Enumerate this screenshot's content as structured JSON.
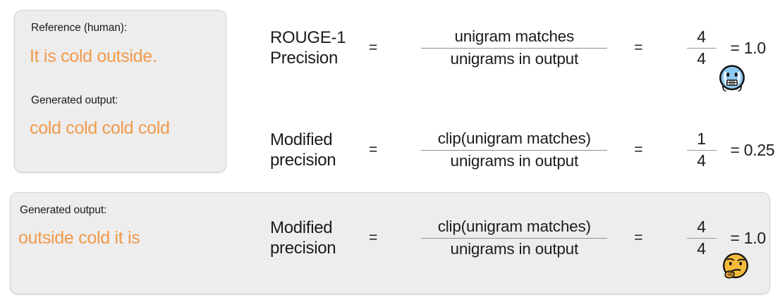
{
  "slide": {
    "background_color": "#ffffff",
    "accent_color": "#f0994a",
    "card_color": "#ededed",
    "card_border_color": "#d2d2d2"
  },
  "top_card": {
    "reference_label": "Reference (human):",
    "reference_text": "It is cold outside.",
    "generated_label": "Generated output:",
    "generated_text": "cold cold cold cold"
  },
  "bottom_card": {
    "generated_label": "Generated output:",
    "generated_text": "outside cold it is"
  },
  "equations": [
    {
      "label_line1": "ROUGE-1",
      "label_line2": "Precision",
      "equals_1": "=",
      "numerator": "unigram matches",
      "denominator": "unigrams in output",
      "equals_2": "=",
      "value_numerator": "4",
      "value_denominator": "4",
      "result": "= 1.0"
    },
    {
      "label_line1": "Modified",
      "label_line2": "precision",
      "equals_1": "=",
      "numerator": "clip(unigram matches)",
      "denominator": "unigrams in output",
      "equals_2": "=",
      "value_numerator": "1",
      "value_denominator": "4",
      "result": "= 0.25"
    },
    {
      "label_line1": "Modified",
      "label_line2": "precision",
      "equals_1": "=",
      "numerator": "clip(unigram matches)",
      "denominator": "unigrams in output",
      "equals_2": "=",
      "value_numerator": "4",
      "value_denominator": "4",
      "result": "= 1.0"
    }
  ],
  "emojis": {
    "cold_face": "cold-face-emoji",
    "thinking_face": "thinking-face-emoji"
  }
}
